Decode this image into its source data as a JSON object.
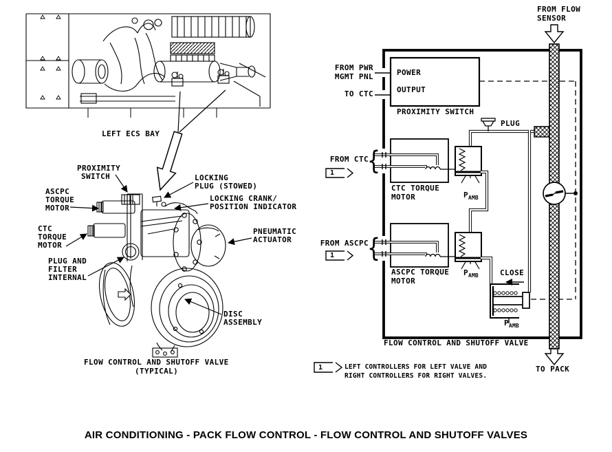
{
  "caption": "AIR CONDITIONING - PACK FLOW CONTROL - FLOW CONTROL AND SHUTOFF VALVES",
  "colors": {
    "ink": "#000000",
    "background": "#ffffff"
  },
  "left_diagram": {
    "bay_label": "LEFT ECS BAY",
    "labels": {
      "proximity_switch": [
        "PROXIMITY",
        "SWITCH"
      ],
      "ascpc_torque_motor": [
        "ASCPC",
        "TORQUE",
        "MOTOR"
      ],
      "ctc_torque_motor": [
        "CTC",
        "TORQUE",
        "MOTOR"
      ],
      "plug_and_filter": [
        "PLUG AND",
        "FILTER",
        "INTERNAL"
      ],
      "locking_plug": [
        "LOCKING",
        "PLUG (STOWED)"
      ],
      "locking_crank": [
        "LOCKING CRANK/",
        "POSITION INDICATOR"
      ],
      "pneumatic_actuator": [
        "PNEUMATIC",
        "ACTUATOR"
      ],
      "disc_assembly": [
        "DISC",
        "ASSEMBLY"
      ]
    },
    "caption_lines": [
      "FLOW CONTROL AND SHUTOFF VALVE",
      "(TYPICAL)"
    ]
  },
  "schematic": {
    "inlet_label": [
      "FROM FLOW",
      "SENSOR"
    ],
    "outlet_label": "TO PACK",
    "box_label": "FLOW CONTROL AND SHUTOFF VALVE",
    "proximity_switch": {
      "power": "POWER",
      "output": "OUTPUT",
      "label": "PROXIMITY SWITCH",
      "from_pwr": [
        "FROM PWR",
        "MGMT PNL"
      ],
      "to_ctc": "TO CTC"
    },
    "plug_label": "PLUG",
    "ctc_torque_motor": {
      "source": "FROM CTC",
      "flag": "1",
      "label": [
        "CTC TORQUE",
        "MOTOR"
      ]
    },
    "ascpc_torque_motor": {
      "source": "FROM ASCPC",
      "flag": "1",
      "label": [
        "ASCPC TORQUE",
        "MOTOR"
      ]
    },
    "p_amb": {
      "p": "P",
      "sub": "AMB"
    },
    "close_label": "CLOSE",
    "footnote": {
      "flag": "1",
      "lines": [
        "LEFT CONTROLLERS FOR LEFT VALVE AND",
        "RIGHT CONTROLLERS FOR RIGHT VALVES."
      ]
    }
  }
}
